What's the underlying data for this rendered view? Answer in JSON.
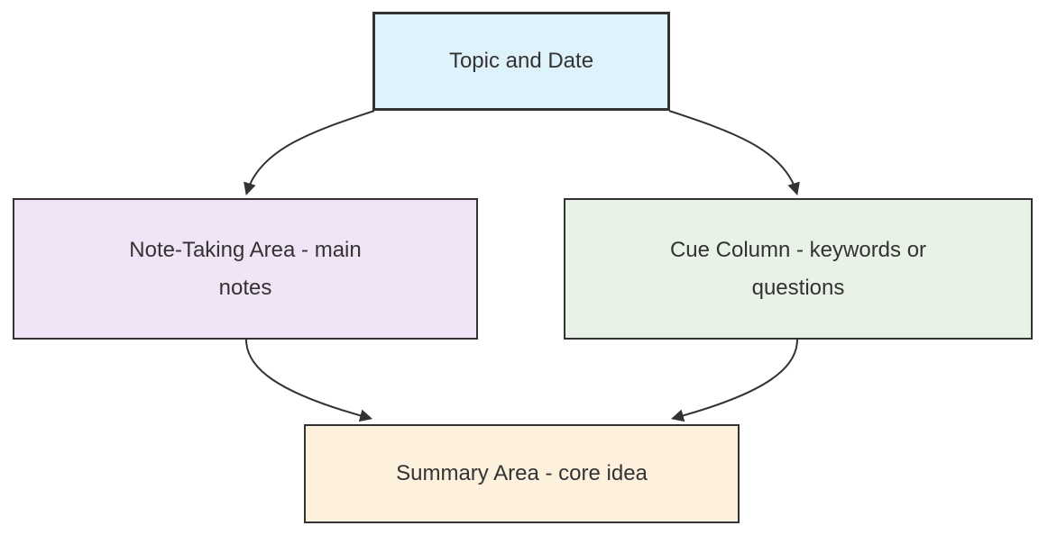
{
  "diagram": {
    "type": "flowchart",
    "direction": "top-down",
    "background": "#ffffff",
    "colors": {
      "edge": "#333333",
      "text": "#333333",
      "node_border": "#333333"
    },
    "nodes": [
      {
        "id": "topic",
        "label": "Topic and Date",
        "lines": [
          "Topic and Date"
        ],
        "fill": "#def2fb",
        "border": "#333333"
      },
      {
        "id": "note_taking",
        "label": "Note-Taking Area - main notes",
        "lines": [
          "Note-Taking Area - main",
          "notes"
        ],
        "fill": "#f2e4f7",
        "border": "#333333"
      },
      {
        "id": "cue_column",
        "label": "Cue Column - keywords or questions",
        "lines": [
          "Cue Column - keywords or",
          "questions"
        ],
        "fill": "#e8f2e6",
        "border": "#333333"
      },
      {
        "id": "summary",
        "label": "Summary Area - core idea",
        "lines": [
          "Summary Area - core idea"
        ],
        "fill": "#fdf0dc",
        "border": "#333333"
      }
    ],
    "edges": [
      {
        "from": "topic",
        "to": "note_taking",
        "arrow": "filled-triangle"
      },
      {
        "from": "topic",
        "to": "cue_column",
        "arrow": "filled-triangle"
      },
      {
        "from": "note_taking",
        "to": "summary",
        "arrow": "filled-triangle"
      },
      {
        "from": "cue_column",
        "to": "summary",
        "arrow": "filled-triangle"
      }
    ]
  }
}
